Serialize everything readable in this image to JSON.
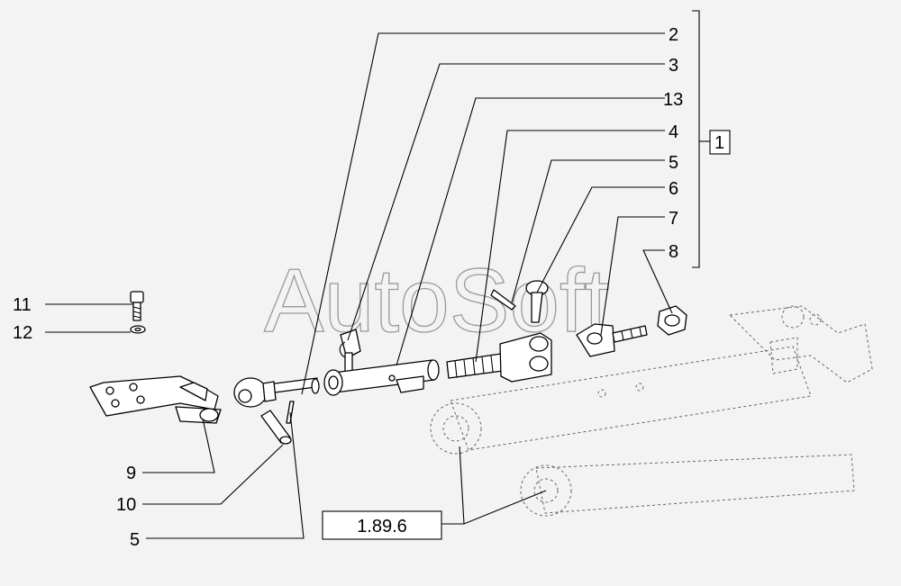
{
  "watermark": "AutoSoft",
  "assembly_ref": "1",
  "reference_box": "1.89.6",
  "callouts": {
    "c2": "2",
    "c3": "3",
    "c13": "13",
    "c4": "4",
    "c5a": "5",
    "c6": "6",
    "c7": "7",
    "c8": "8",
    "c11": "11",
    "c12": "12",
    "c9": "9",
    "c10": "10",
    "c5b": "5"
  }
}
